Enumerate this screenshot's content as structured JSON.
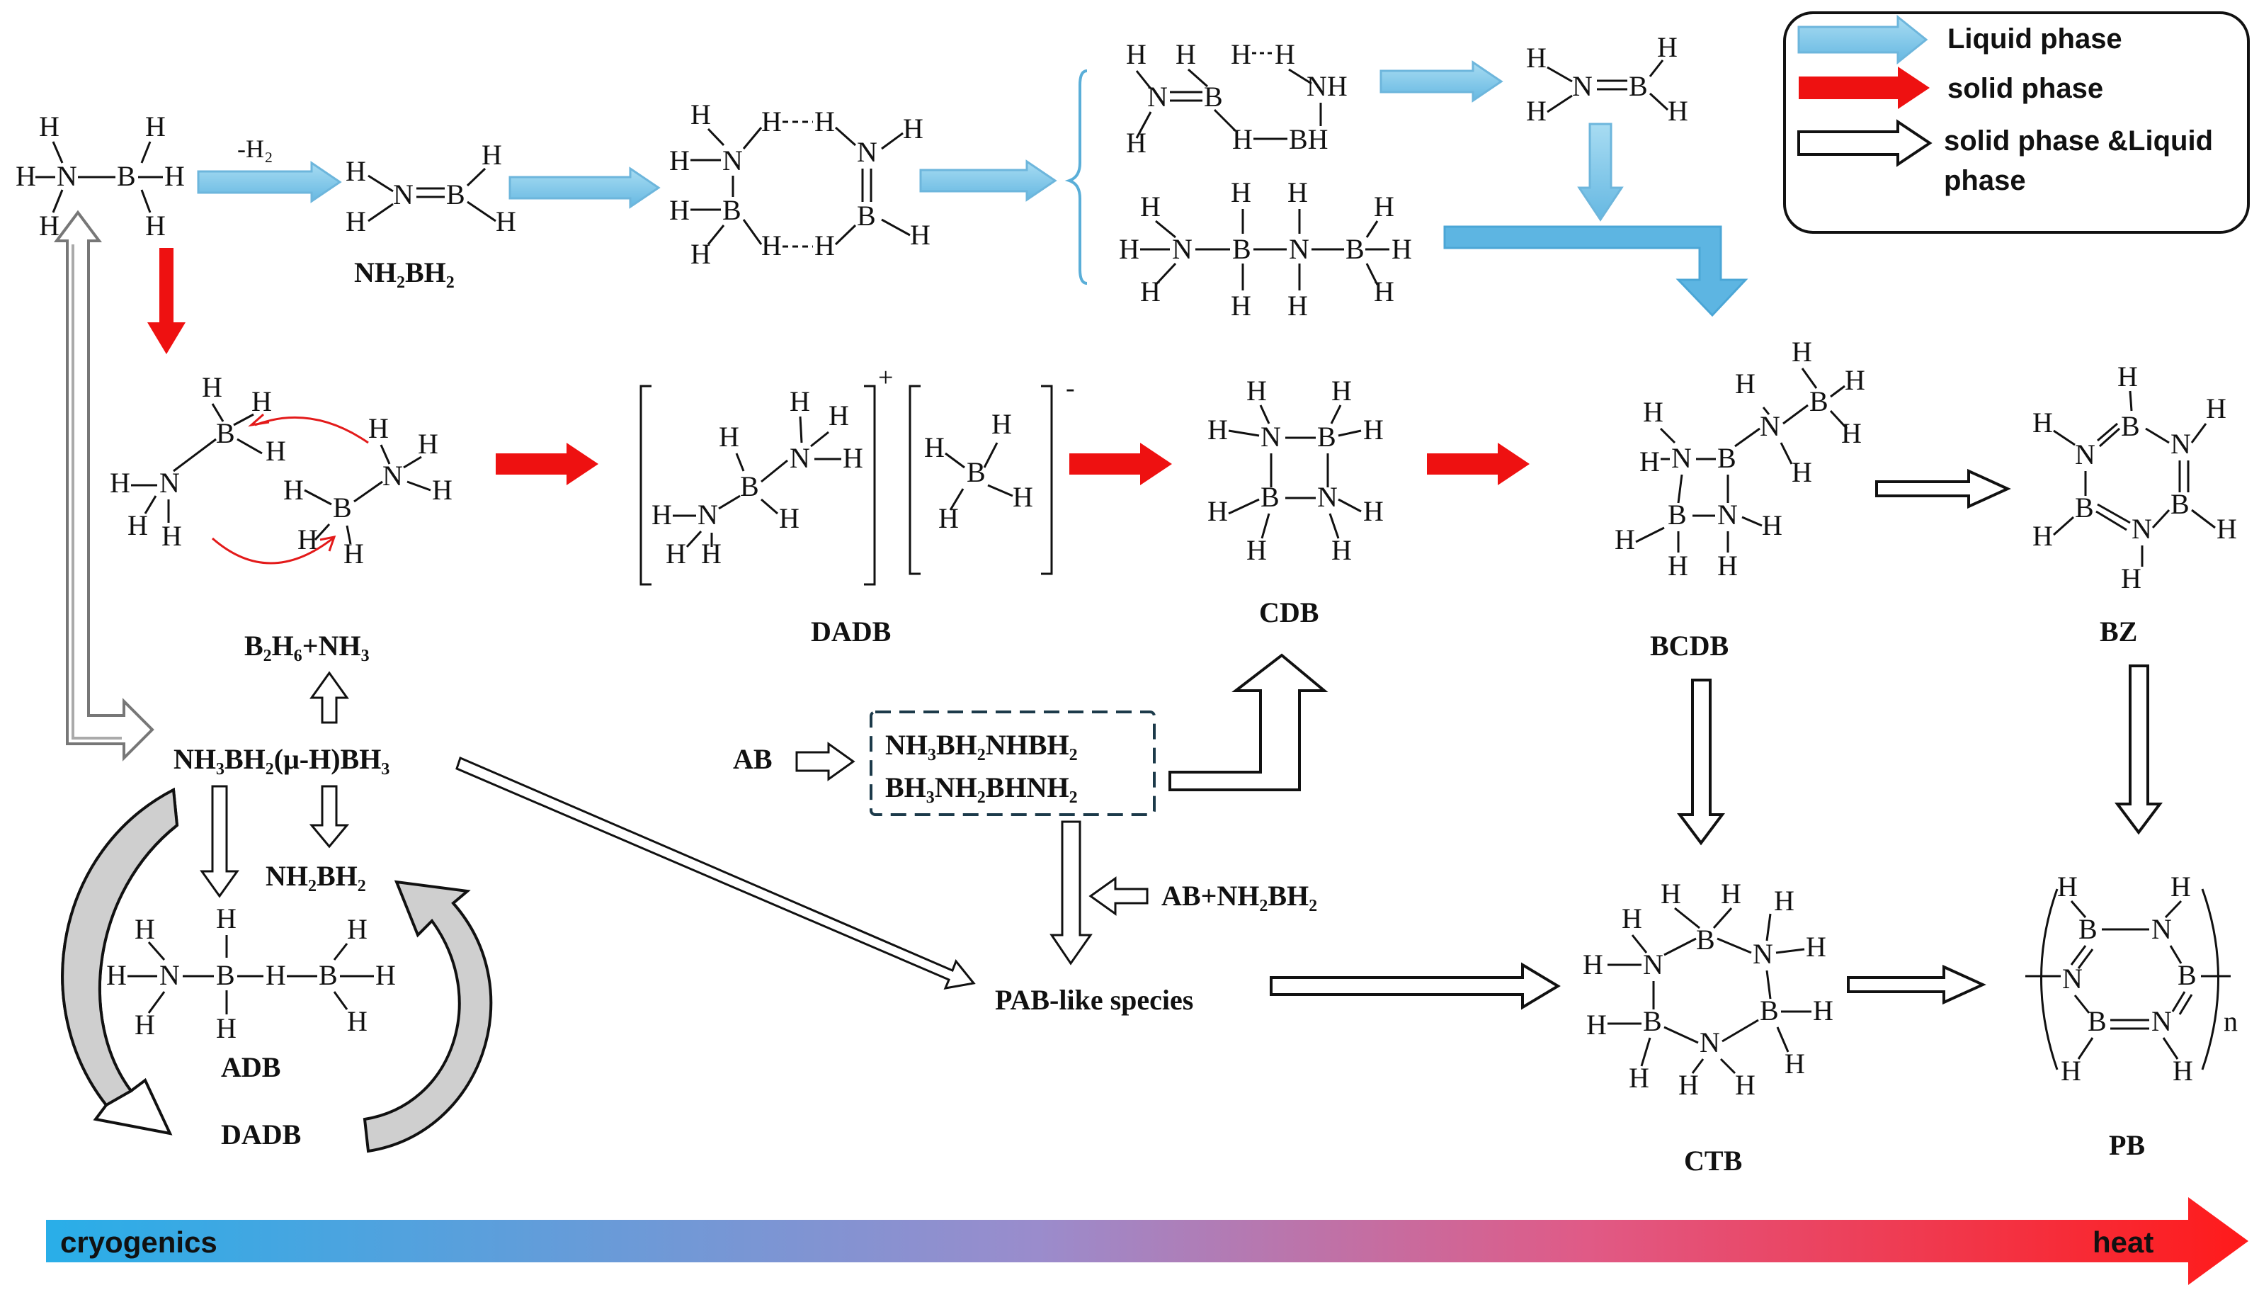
{
  "legend": {
    "items": [
      {
        "label": "Liquid phase",
        "color": "#8ccbe8"
      },
      {
        "label": "solid phase",
        "color": "#ee1111"
      },
      {
        "label": "solid phase &Liquid",
        "label2": "phase",
        "color": "#ffffff"
      }
    ]
  },
  "colors": {
    "liquid": "#8ccbe8",
    "solid": "#ee1111",
    "outline": "#111111",
    "gradient_start": "#29aee8",
    "gradient_end": "#ff1a1a"
  },
  "labels": {
    "minus_h2": "-H₂",
    "nh2bh2_top": "NH₂BH₂",
    "dadb_mid": "DADB",
    "cdb": "CDB",
    "bcdb": "BCDB",
    "bz": "BZ",
    "b2h6_nh3": "B₂H₆+NH₃",
    "nh3bh2bh3": "NH₃BH₂(μ-H)BH₃",
    "nh2bh2_low": "NH₂BH₂",
    "adb": "ADB",
    "dadb_low": "DADB",
    "ab": "AB",
    "box_line1": "NH₃BH₂NHBH₂",
    "box_line2": "BH₃NH₂BHNH₂",
    "ab_nh2bh2": "AB+NH₂BH₂",
    "pab": "PAB-like species",
    "ctb": "CTB",
    "pb": "PB",
    "plus": "+",
    "minus": "-",
    "n_sub": "n"
  },
  "axis": {
    "start_label": "cryogenics",
    "end_label": "heat"
  }
}
